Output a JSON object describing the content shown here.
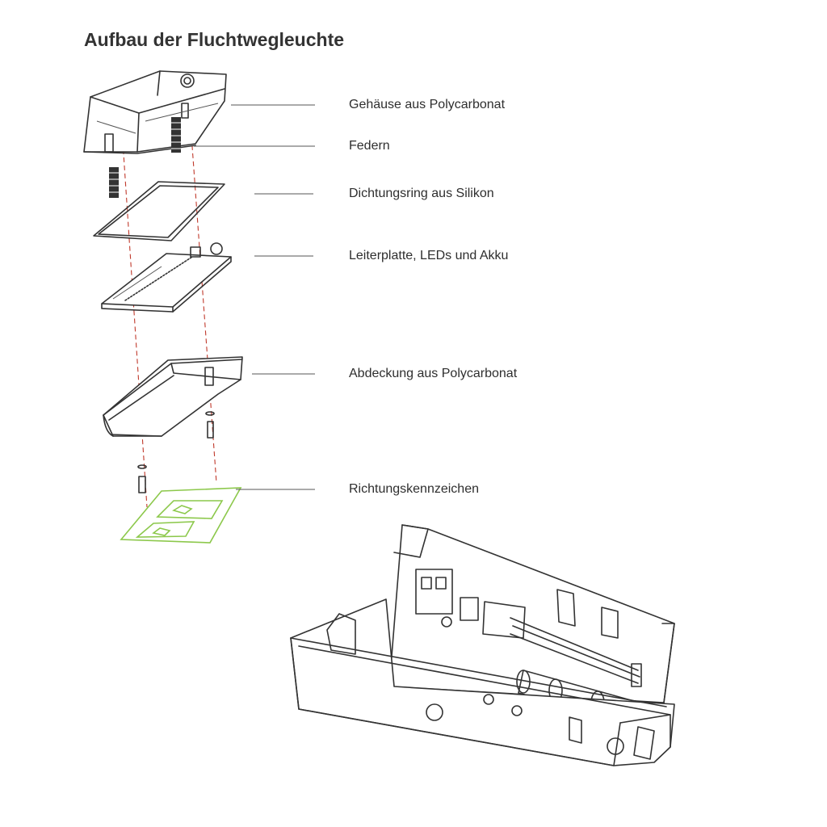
{
  "title": "Aufbau der Fluchtwegleuchte",
  "parts": [
    {
      "label": "Gehäuse aus Polycarbonat"
    },
    {
      "label": "Federn"
    },
    {
      "label": "Dichtungsring aus Silikon"
    },
    {
      "label": "Leiterplatte, LEDs und Akku"
    },
    {
      "label": "Abdeckung aus Polycarbonat"
    },
    {
      "label": "Richtungskennzeichen"
    }
  ],
  "colors": {
    "axis_lines": "#c0392b",
    "sign_green": "#8cc84b",
    "line_art": "#333333"
  }
}
